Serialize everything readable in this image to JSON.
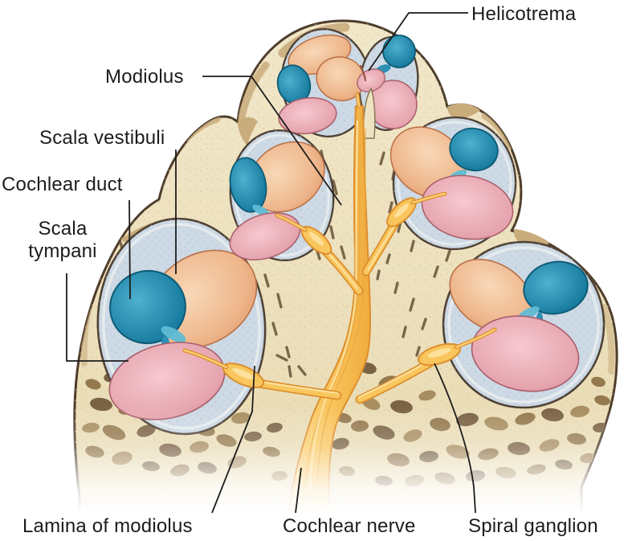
{
  "figure": {
    "kind": "anatomical cross-section diagram of the cochlea"
  },
  "labels": {
    "helicotrema": "Helicotrema",
    "modiolus": "Modiolus",
    "scala_vestibuli": "Scala vestibuli",
    "cochlear_duct": "Cochlear duct",
    "scala_tympani": "Scala tympani",
    "lamina_of_modiolus": "Lamina of modiolus",
    "cochlear_nerve": "Cochlear nerve",
    "spiral_ganglion": "Spiral ganglion"
  },
  "colors": {
    "background": "#ffffff",
    "label_text": "#1c1c1c",
    "leader_line": "#1c1c1c",
    "bone_fill": "#ede2c2",
    "bone_outline": "#4e3d2b",
    "bone_shadow": "#c9ac7c",
    "perilymph_blue": "#cdd9e4",
    "chamber_ring": "#4f4134",
    "scala_vestibuli_fill": "#e09a6c",
    "scala_vestibuli_light": "#f8d8b8",
    "cochlear_duct_fill": "#1b7fa2",
    "cochlear_duct_light": "#5fbcd6",
    "scala_tympani_fill": "#d2828f",
    "scala_tympani_light": "#f7c9d0",
    "nerve_fill": "#f9c65e",
    "nerve_outline": "#dd8e2c",
    "nerve_light": "#fde3a2",
    "trabecula_dark": "#7a6244",
    "trabecula_mid": "#94794e",
    "trabecula_light": "#a88d60",
    "marrow_dash": "#6e5a3e"
  }
}
